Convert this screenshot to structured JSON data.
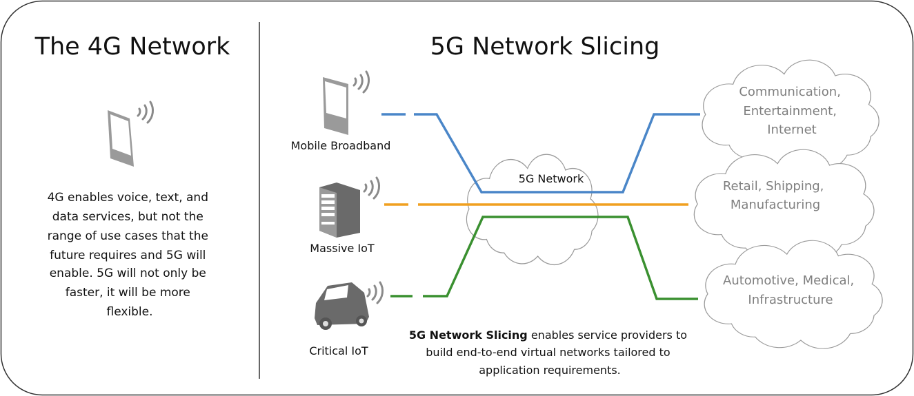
{
  "left": {
    "title": "The 4G Network",
    "description_lines": [
      "4G enables voice, text, and",
      "data services,  but not the",
      "range of use cases that the",
      "future requires and 5G will",
      "enable. 5G will not only be",
      "faster, it will be more",
      "flexible."
    ]
  },
  "right": {
    "title": "5G Network Slicing",
    "devices": [
      {
        "label": "Mobile Broadband",
        "icon": "tablet-wireless-icon",
        "color": "#4a86c8"
      },
      {
        "label": "Massive IoT",
        "icon": "vending-machine-wireless-icon",
        "color": "#f0a020"
      },
      {
        "label": "Critical IoT",
        "icon": "car-wireless-icon",
        "color": "#3a9030"
      }
    ],
    "core_cloud": "5G Network",
    "destinations": [
      {
        "lines": [
          "Communication,",
          "Entertainment,",
          "Internet"
        ]
      },
      {
        "lines": [
          "Retail, Shipping,",
          "Manufacturing"
        ]
      },
      {
        "lines": [
          "Automotive, Medical,",
          "Infrastructure"
        ]
      }
    ],
    "caption": {
      "bold": "5G Network Slicing",
      "line1_rest": " enables service providers to",
      "line2": "build end-to-end virtual networks tailored to",
      "line3": "application requirements."
    }
  }
}
